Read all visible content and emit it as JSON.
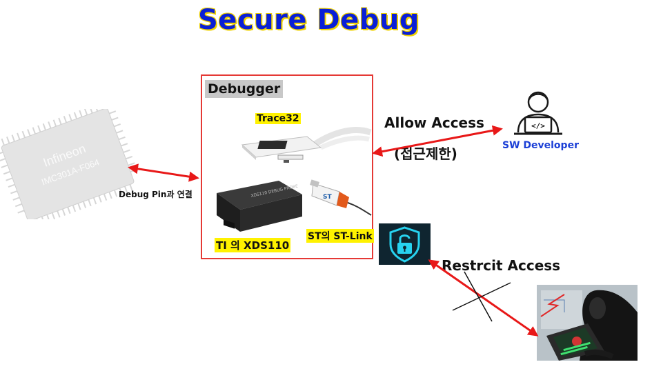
{
  "title": "Secure Debug",
  "chip": {
    "brand": "Infineon",
    "part_number": "IMC301A-F064"
  },
  "debugger": {
    "label": "Debugger",
    "tools": {
      "trace32": "Trace32",
      "xds110": "TI 의 XDS110",
      "xds110_device_text": "XDS110 DEBUG PROBE",
      "stlink": "ST의 ST-Link",
      "stlink_device_text": "ST"
    }
  },
  "connections": {
    "debug_pin": "Debug Pin과 연결",
    "allow_access": "Allow Access",
    "access_restriction": "(접근제한)",
    "restrict_access": "Restrcit Access"
  },
  "actors": {
    "developer_label": "SW Developer",
    "developer_screen_text": "</>"
  },
  "colors": {
    "title_text": "#0a1fd6",
    "title_outline": "#f0d200",
    "arrow": "#e81818",
    "box_border": "#e53935",
    "highlight": "#fff200",
    "developer_text": "#1b3fd6",
    "lock": "#27d3f0"
  },
  "icons": [
    "developer-icon",
    "shield-lock-icon",
    "hacker-image",
    "chip-image"
  ]
}
